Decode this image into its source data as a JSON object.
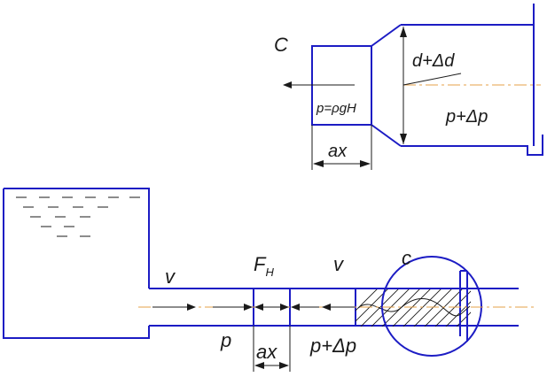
{
  "labels": {
    "detail_marker_top": "C",
    "pressure_static": "p=ρgH",
    "diameter_change": "d+Δd",
    "pressure_increase_top": "p+Δp",
    "front_advance_top": "ax",
    "velocity_left": "v",
    "wave_front_force": "F",
    "wave_front_force_sub": "H",
    "velocity_right": "v",
    "detail_marker_bottom": "c",
    "pressure_bottom": "p",
    "front_advance_bottom": "ax",
    "pressure_increase_bottom": "p+Δp"
  },
  "colors": {
    "pipe_outline": "#1c1cc4",
    "annotation_lines": "#1a1a1a",
    "centerline": "#e6a04a"
  }
}
